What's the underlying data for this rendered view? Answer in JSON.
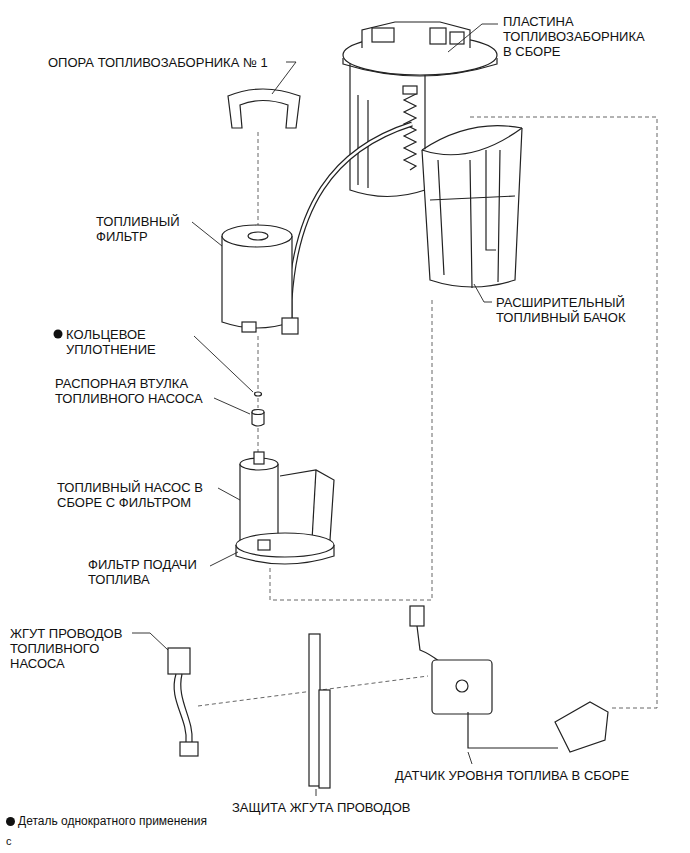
{
  "diagram": {
    "labels": [
      "ПЛАСТИНА ТОПЛИВОЗАБОРНИКА В СБОРЕ",
      "ОПОРА ТОПЛИВОЗАБОРНИКА № 1",
      "ТОПЛИВНЫЙ ФИЛЬТР",
      "РАСШИРИТЕЛЬНЫЙ ТОПЛИВНЫЙ БАЧОК",
      "КОЛЬЦЕВОЕ УПЛОТНЕНИЕ",
      "РАСПОРНАЯ ВТУЛКА ТОПЛИВНОГО НАСОСА",
      "ТОПЛИВНЫЙ НАСОС В СБОРЕ С ФИЛЬТРОМ",
      "ФИЛЬТР ПОДАЧИ ТОПЛИВА",
      "ЖГУТ ПРОВОДОВ ТОПЛИВНОГО НАСОСА",
      "ДАТЧИК УРОВНЯ ТОПЛИВА В СБОРЕ",
      "ЗАЩИТА ЖГУТА ПРОВОДОВ",
      "c"
    ],
    "legend": [
      {
        "text": "Деталь однократного применения"
      }
    ]
  }
}
